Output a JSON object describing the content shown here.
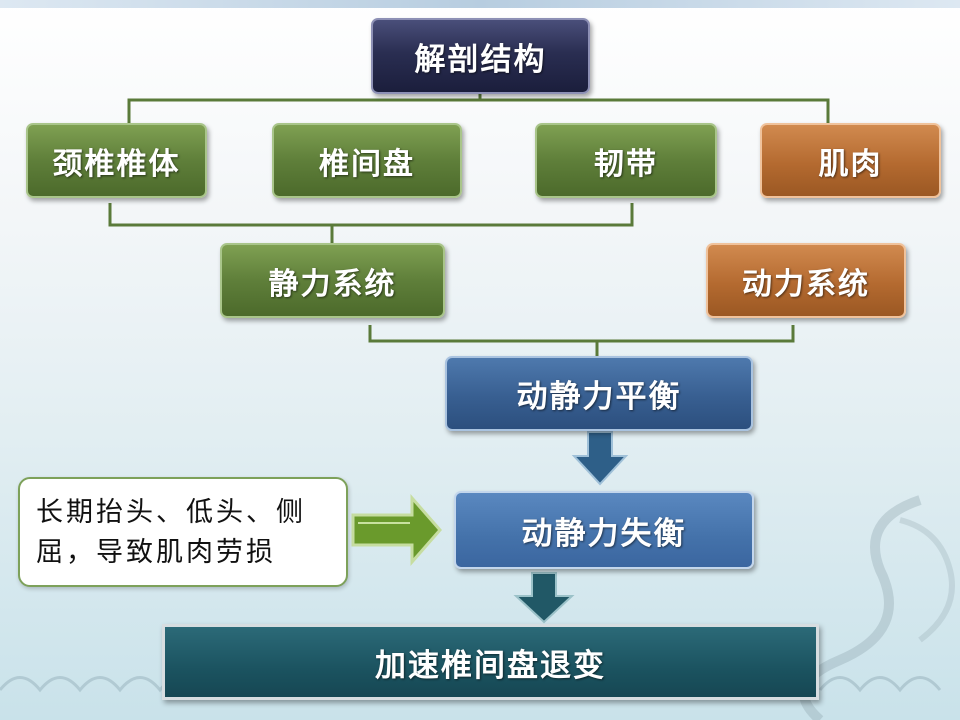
{
  "diagram": {
    "root": "解剖结构",
    "structures": [
      "颈椎椎体",
      "椎间盘",
      "韧带",
      "肌肉"
    ],
    "static_system": "静力系统",
    "dynamic_system": "动力系统",
    "balance": "动静力平衡",
    "imbalance": "动静力失衡",
    "cause": "长期抬头、低头、侧屈，导致肌肉劳损",
    "result": "加速椎间盘退变"
  }
}
